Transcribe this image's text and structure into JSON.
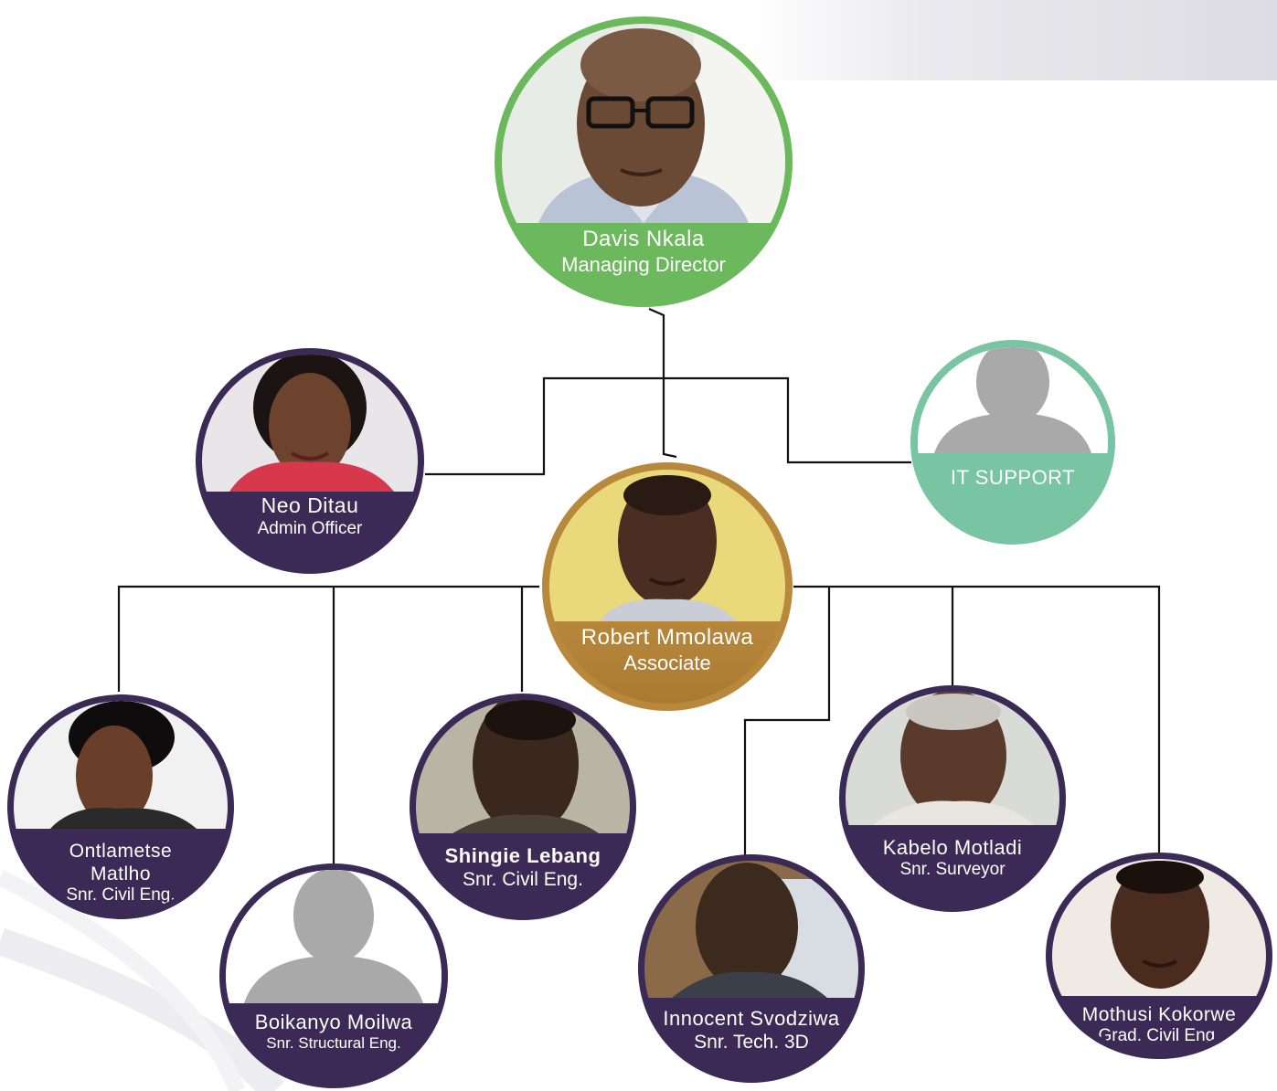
{
  "colors": {
    "director_ring": "#6cb85c",
    "associate_ring": "#b8893d",
    "support_ring": "#79c4a3",
    "staff_ring": "#3a2a55",
    "connector": "#111111"
  },
  "director": {
    "name": "Davis Nkala",
    "role": "Managing Director",
    "icon": "person-photo"
  },
  "admin": {
    "name": "Neo Ditau",
    "role": "Admin Officer",
    "icon": "person-photo"
  },
  "it_support": {
    "label": "IT SUPPORT",
    "icon": "placeholder-avatar"
  },
  "associate": {
    "name": "Robert Mmolawa",
    "role": "Associate",
    "icon": "person-photo"
  },
  "staff": [
    {
      "name": "Ontlametse Matlho",
      "role": "Snr. Civil Eng."
    },
    {
      "name": "Boikanyo Moilwa",
      "role": "Snr. Structural Eng."
    },
    {
      "name": "Shingie Lebang",
      "role": "Snr. Civil Eng."
    },
    {
      "name": "Innocent Svodziwa",
      "role": "Snr. Tech. 3D"
    },
    {
      "name": "Kabelo Motladi",
      "role": "Snr. Surveyor"
    },
    {
      "name": "Mothusi Kokorwe",
      "role": "Grad. Civil Eng."
    }
  ]
}
